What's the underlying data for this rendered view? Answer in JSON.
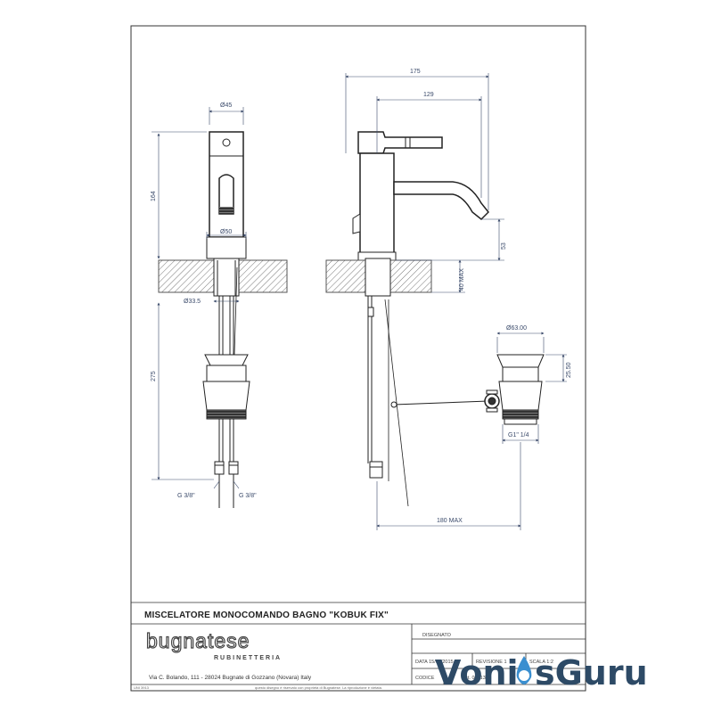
{
  "drawing": {
    "title": "MISCELATORE MONOCOMANDO BAGNO \"KOBUK FIX\"",
    "brand": "bugnatese",
    "brand_sub": "RUBINETTERIA",
    "address": "Via C. Bolando, 111 - 28024 Bugnate di Gozzano (Novara) Italy",
    "norm": "UNI 3913",
    "fields": {
      "designer": "DISEGNATO",
      "date": "DATA 15/07/2015",
      "revision": "REVISIONE 1",
      "scale": "SCALA 1:2",
      "code_label": "CODICE",
      "code_value": "art. 02313"
    },
    "footer_note": "questo disegno è riservato con proprietà di Bugnatese. La riproduzione è vietata."
  },
  "dimensions": {
    "total_length": "175",
    "spout_length": "129",
    "body_diameter": "Ø45",
    "base_diameter": "Ø50",
    "height": "164",
    "hole_diameter": "Ø33.5",
    "shank_length": "275",
    "thread_left": "G 3/8\"",
    "thread_right": "G 3/8\"",
    "spout_height": "53",
    "deck_max": "40 MAX",
    "waste_diameter": "Ø63.00",
    "waste_height": "25.50",
    "waste_thread": "G1\" 1/4",
    "rod_max": "180 MAX"
  },
  "watermark": {
    "left": "Voni",
    "right": "sGuru"
  }
}
